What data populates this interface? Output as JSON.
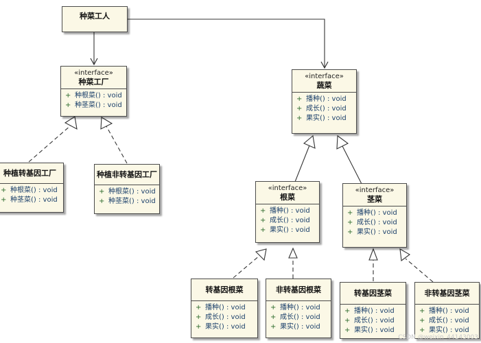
{
  "classes": {
    "planter": {
      "name": "种菜工人"
    },
    "vegFactory": {
      "stereotype": "«interface»",
      "name": "种菜工厂",
      "ops": [
        {
          "vis": "+",
          "sig": "种根菜() : void"
        },
        {
          "vis": "+",
          "sig": "种茎菜() : void"
        }
      ]
    },
    "vegetable": {
      "stereotype": "«interface»",
      "name": "蔬菜",
      "ops": [
        {
          "vis": "+",
          "sig": "播种() : void"
        },
        {
          "vis": "+",
          "sig": "成长() : void"
        },
        {
          "vis": "+",
          "sig": "果实() : void"
        }
      ]
    },
    "gmFactory": {
      "name": "种植转基因工厂",
      "ops": [
        {
          "vis": "+",
          "sig": "种根菜() : void"
        },
        {
          "vis": "+",
          "sig": "种茎菜() : void"
        }
      ]
    },
    "nonGmFactory": {
      "name": "种植非转基因工厂",
      "ops": [
        {
          "vis": "+",
          "sig": "种根菜() : void"
        },
        {
          "vis": "+",
          "sig": "种茎菜() : void"
        }
      ]
    },
    "rootVeg": {
      "stereotype": "«interface»",
      "name": "根菜",
      "ops": [
        {
          "vis": "+",
          "sig": "播种() : void"
        },
        {
          "vis": "+",
          "sig": "成长() : void"
        },
        {
          "vis": "+",
          "sig": "果实() : void"
        }
      ]
    },
    "stemVeg": {
      "stereotype": "«interface»",
      "name": "茎菜",
      "ops": [
        {
          "vis": "+",
          "sig": "播种() : void"
        },
        {
          "vis": "+",
          "sig": "成长() : void"
        },
        {
          "vis": "+",
          "sig": "果实() : void"
        }
      ]
    },
    "gmRoot": {
      "name": "转基因根菜",
      "ops": [
        {
          "vis": "+",
          "sig": "播种() : void"
        },
        {
          "vis": "+",
          "sig": "成长() : void"
        },
        {
          "vis": "+",
          "sig": "果实() : void"
        }
      ]
    },
    "nonGmRoot": {
      "name": "非转基因根菜",
      "ops": [
        {
          "vis": "+",
          "sig": "播种() : void"
        },
        {
          "vis": "+",
          "sig": "成长() : void"
        },
        {
          "vis": "+",
          "sig": "果实() : void"
        }
      ]
    },
    "gmStem": {
      "name": "转基因茎菜",
      "ops": [
        {
          "vis": "+",
          "sig": "播种() : void"
        },
        {
          "vis": "+",
          "sig": "成长() : void"
        },
        {
          "vis": "+",
          "sig": "果实() : void"
        }
      ]
    },
    "nonGmStem": {
      "name": "非转基因茎菜",
      "ops": [
        {
          "vis": "+",
          "sig": "播种() : void"
        },
        {
          "vis": "+",
          "sig": "成长() : void"
        },
        {
          "vis": "+",
          "sig": "果实() : void"
        }
      ]
    }
  },
  "watermark": "CSDN @weixin_44143003"
}
